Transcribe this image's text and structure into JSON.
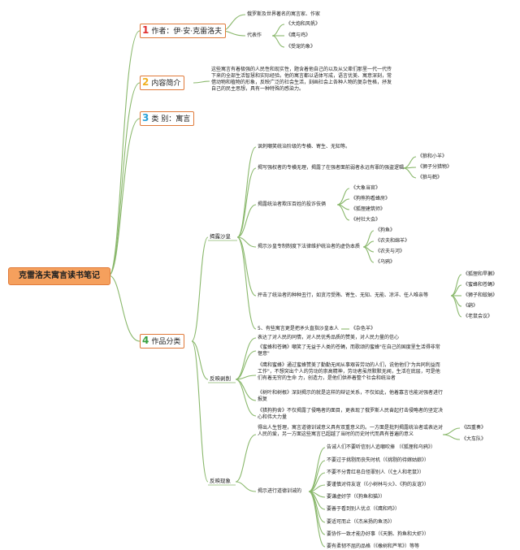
{
  "root": "克雷洛夫寓言读书笔记",
  "sections": [
    {
      "num": "1",
      "num_color": "#e03030",
      "title": "作者：伊·安·克雷洛夫"
    },
    {
      "num": "2",
      "num_color": "#f0b020",
      "title": "内容简介"
    },
    {
      "num": "3",
      "num_color": "#2aa0d8",
      "title": "类 别：寓言"
    },
    {
      "num": "4",
      "num_color": "#3aa040",
      "title": "作品分类"
    }
  ],
  "author": {
    "desc": "俄罗斯及世界著名的寓言家、作家",
    "works_label": "代表作",
    "works": [
      "《大炮和风帆》",
      "《鹰与鸡》",
      "《受宠的象》"
    ]
  },
  "intro": "这些寓言有着极强的人民性和现实性，题含着他自己的以及从父辈们那里一代一代传下来的全部生活智慧和实际经验。他的寓言都以语体写成，语言优美、寓意深刻，常借动物和植物的形象，反映广泛的社会生活，刻画社会上各种人物的复杂性格，抒发自己的民主思想，具有一种特殊的感染力。",
  "jiexiu": {
    "label": "揭露沙皇",
    "items": [
      {
        "text": "讽刺嘲笑统治阶级的专横、寄生、无知等。",
        "children": []
      },
      {
        "text": "揭写强权者的专横无理，揭露了在强者面前弱者永远有罪的强盗逻辑",
        "children": [
          "《狼和小羊》",
          "《狮子分猎物》",
          "《狼与鹤》"
        ]
      },
      {
        "text": "揭露统治者欺压百姓的投诈伎俩",
        "children": [
          "《大象当官》",
          "《狗熊狗看蜂房》",
          "《狐狸建筑师》",
          "《村社大会》"
        ]
      },
      {
        "text": "揭示沙皇专制制度下法律维护统治者的虚伪本质",
        "children": [
          "《狗鱼》",
          "《农夫和绵羊》",
          "《农夫与河》",
          "《乌鸦》"
        ]
      },
      {
        "text": "抨击了统治者的种种丑行，如贪污受贿、寄生、无知、无能、凉洋、任人唯亲等",
        "children": [
          "《狐狸和旱獭》",
          "《蜜蜂和苍蝇》",
          "《狮子和蚊蚋》",
          "《鹞》",
          "《老鼠会议》"
        ]
      },
      {
        "text": "5、有些寓言更是把矛头直指沙皇本人",
        "children": [
          "《杂色羊》"
        ]
      }
    ]
  },
  "fanying": {
    "label": "反映剥削",
    "items": [
      "表达了对人民的同情，对人民优秀品质的赞美，对人民力量的信心",
      "《蜜蜂和苍蝇》嘲笑了无益于人类的苍蝇，而歌颂的蜜蜂\"在自己的国度里生活得非常愜意\"",
      "《鹰和蜜蜂》通过蜜蜂赞美了勤勤无闻从事艰苦劳动的人们，说他他们\"为共同利益而工作\"，不想突出个人的劳动的崇高精神，劳动者虽然默默无闻，生活在底层，可是他们有着无穷的生命 力，创造力，是他们供养着整个社会和统治者",
      "《树叶和树根》深刻揭示的就是这样的辩证关系，不仅如此，他着寡言也能对强者进行报复",
      "《猎狗狗舍》不仅揭露了侵略者的面目，更表现了俄罗斯人民奋起打击侵略者的坚定决心和伟大力量"
    ]
  },
  "fanxian": {
    "label": "反映现象",
    "philosophy": {
      "text": "得出人生哲理，寓言道德训诫意义具有双重意义的。一方面是批判揭露统治者或表达对人民的爱，另一方面这些寓言已超越了当时的历史时代而具有普遍的意义",
      "children": [
        "《四重奏》",
        "《大车队》"
      ]
    },
    "lessons_label": "揭示进行道德训诫的",
    "lessons": [
      "告诫人们不要听信别人追嘲吹捧 （《狐狸和乌鸦》）",
      "不要过于挑剔而丧失时机（《挑剔的待嫁姑娘》）",
      "不要不分青红皂白怪罪别人（《主人和老鼠》）",
      "要谨慎对待友谊（《小树林与火》、《狗的友谊》）",
      "要谦虚好学（《狗鱼和猫》）",
      "要善于看到别人优点（《鹰和鸡》）",
      "要适可而止（《杰米扬的鱼汤》）",
      "要协作一致才能办好事（《天鹅、狗鱼和大虾》）",
      "要有柔韧不屈的品格（《橡树和芦苇》）等等"
    ]
  },
  "colors": {
    "line": "#8ab86c",
    "box_border": "#e07a3a",
    "root_bg": "#f5a05d"
  }
}
